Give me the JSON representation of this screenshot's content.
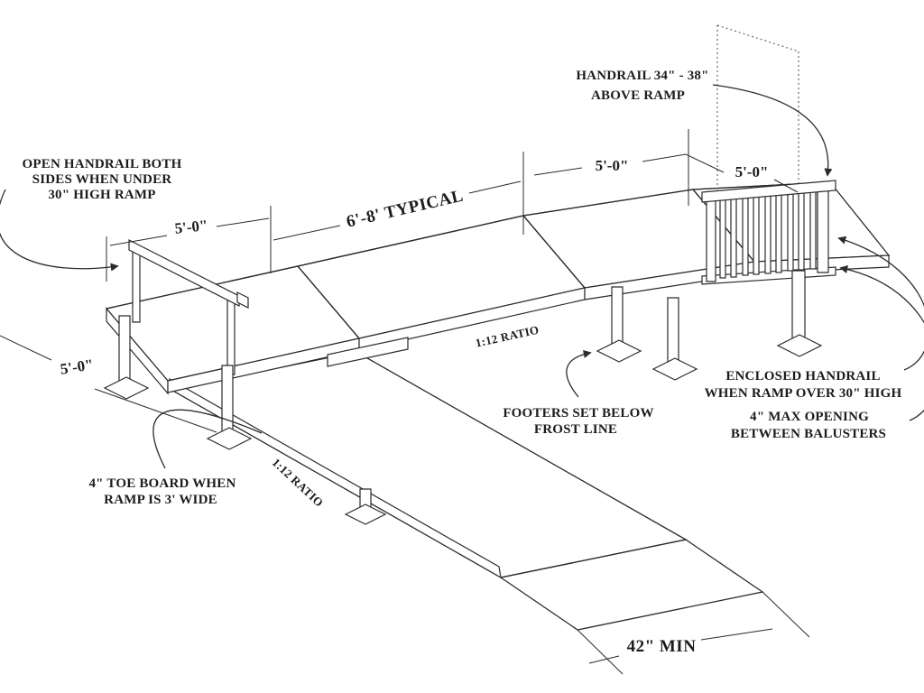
{
  "diagram": {
    "annotations": {
      "open_handrail": {
        "line1": "OPEN HANDRAIL BOTH",
        "line2": "SIDES WHEN UNDER",
        "line3": "30\" HIGH RAMP"
      },
      "handrail_height": {
        "line1": "HANDRAIL 34\" - 38\"",
        "line2": "ABOVE RAMP"
      },
      "dim_top_left": "5'-0\"",
      "dim_typical": "6'-8' TYPICAL",
      "dim_mid": "5'-0\"",
      "dim_right": "5'-0\"",
      "dim_ramp_width": "5'-0\"",
      "ratio_upper": "1:12 RATIO",
      "ratio_lower": "1:12 RATIO",
      "footers": {
        "line1": "FOOTERS SET BELOW",
        "line2": "FROST LINE"
      },
      "enclosed_handrail": {
        "line1": "ENCLOSED HANDRAIL",
        "line2": "WHEN RAMP OVER 30\" HIGH"
      },
      "max_opening": {
        "line1": "4\" MAX OPENING",
        "line2": "BETWEEN BALUSTERS"
      },
      "toe_board": {
        "line1": "4\" TOE BOARD WHEN",
        "line2": "RAMP IS 3' WIDE"
      },
      "min_width": "42\" MIN"
    },
    "colors": {
      "line": "#2b2b2b",
      "pad_fill": "#d9d9d9",
      "background": "#ffffff"
    }
  }
}
